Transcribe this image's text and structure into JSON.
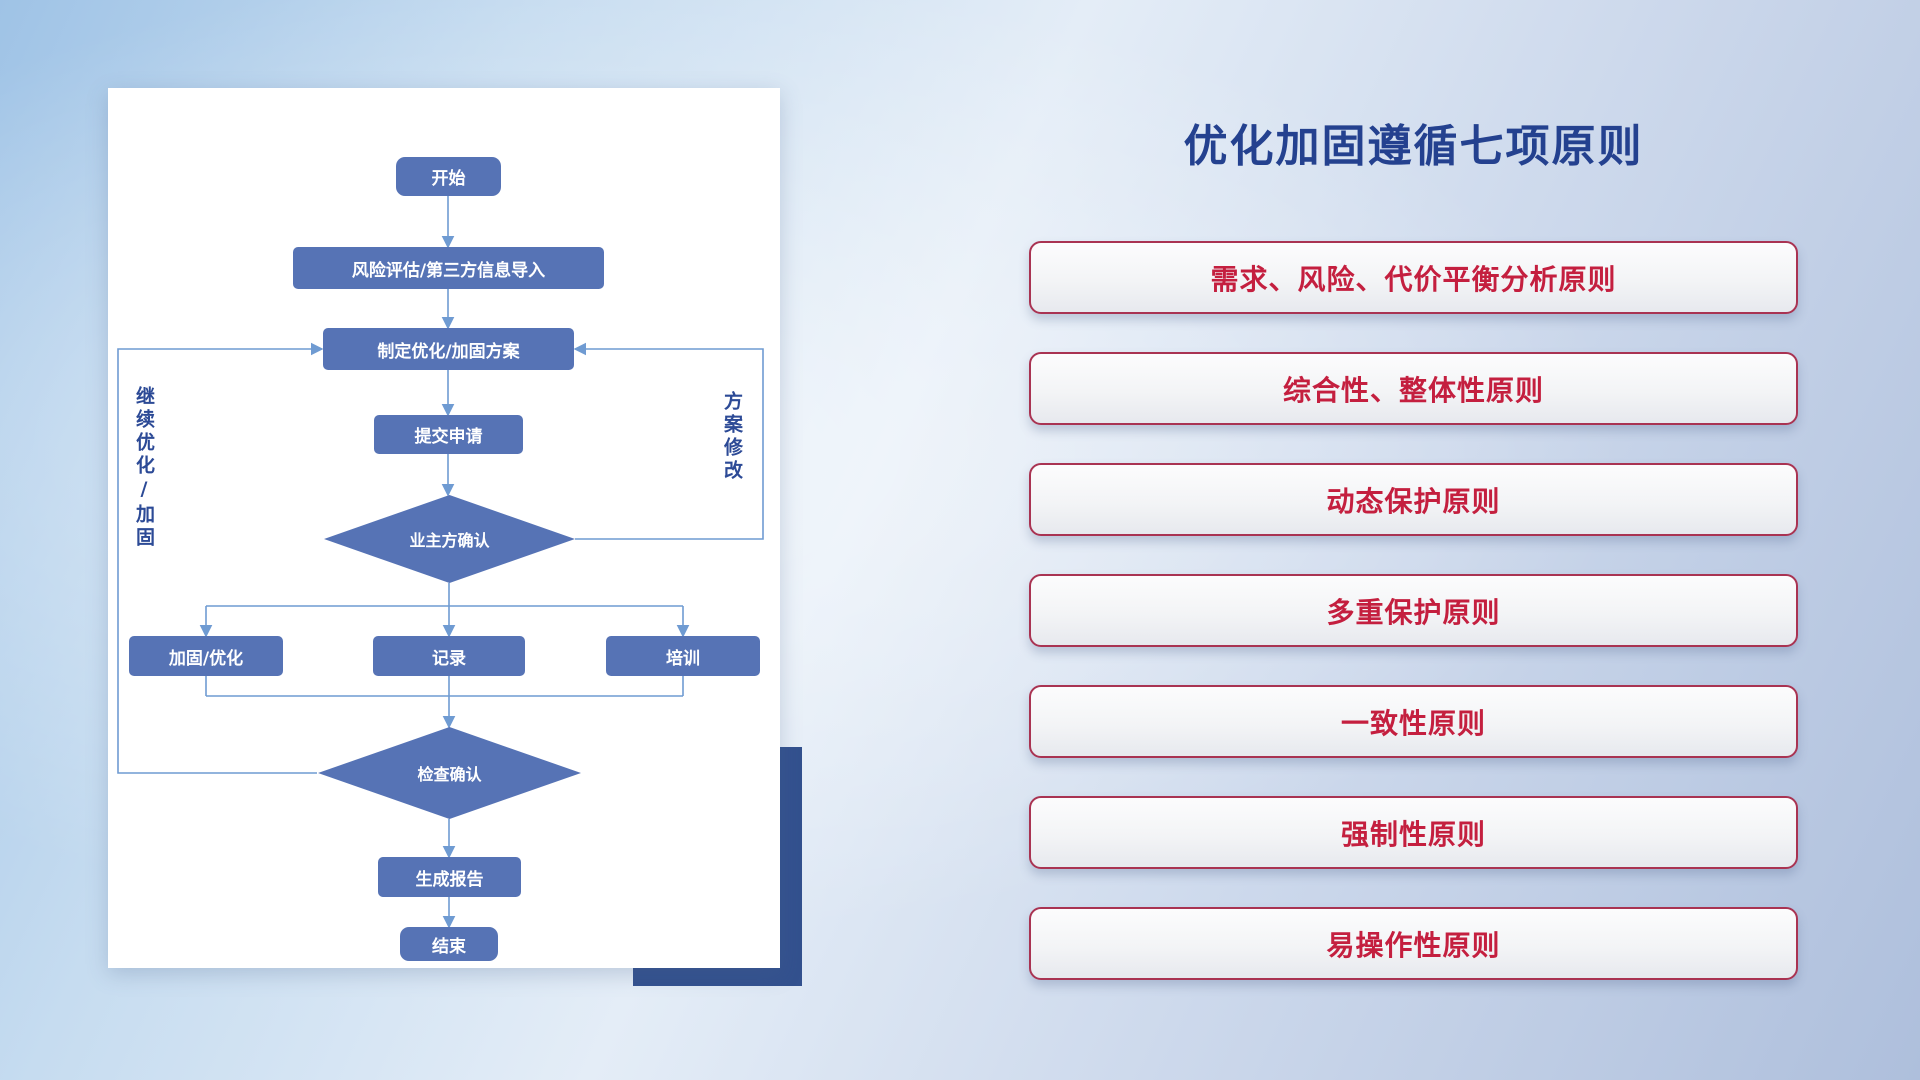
{
  "title": "优化加固遵循七项原则",
  "flowchart": {
    "nodes": {
      "start": "开始",
      "risk_import": "风险评估/第三方信息导入",
      "make_plan": "制定优化/加固方案",
      "submit": "提交申请",
      "owner_confirm": "业主方确认",
      "reinforce": "加固/优化",
      "record": "记录",
      "training": "培训",
      "check_confirm": "检查确认",
      "report": "生成报告",
      "end": "结束"
    },
    "loop_labels": {
      "continue_loop": "继续优化/加固",
      "modify_plan": "方案修改"
    }
  },
  "principles": [
    "需求、风险、代价平衡分析原则",
    "综合性、整体性原则",
    "动态保护原则",
    "多重保护原则",
    "一致性原则",
    "强制性原则",
    "易操作性原则"
  ],
  "colors": {
    "node_fill": "#5673b5",
    "connector_line": "#6f9bd2",
    "title_text": "#24418f",
    "principle_text": "#c41f3f",
    "principle_border": "#a93352",
    "panel_shadow": "#33518e"
  }
}
